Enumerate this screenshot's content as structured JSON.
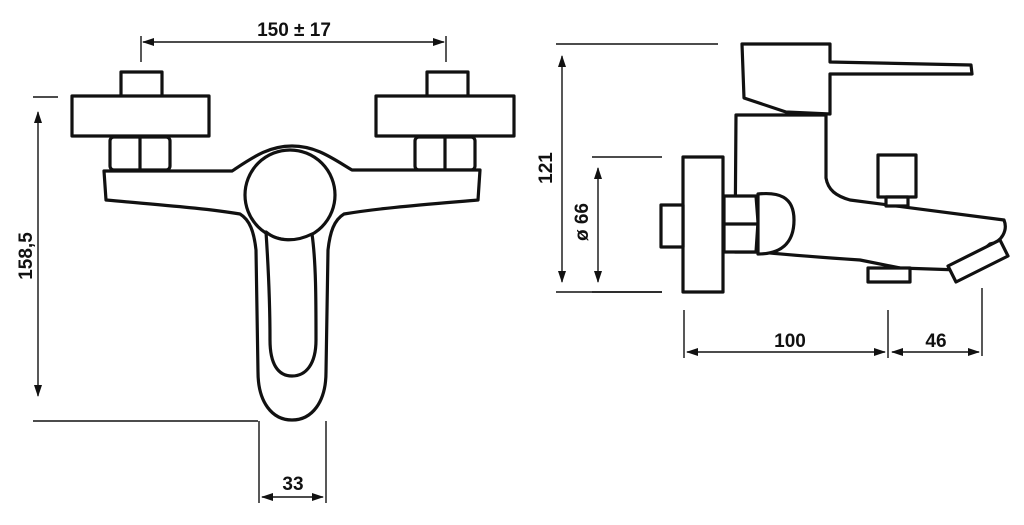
{
  "dimensions": {
    "center_spacing": "150 ± 17",
    "front_height": "158,5",
    "body_width": "33",
    "side_height": "121",
    "flange_diameter": "ø 66",
    "wall_to_spout": "100",
    "spout_projection": "46"
  },
  "colors": {
    "line": "#111111",
    "background": "#ffffff"
  }
}
